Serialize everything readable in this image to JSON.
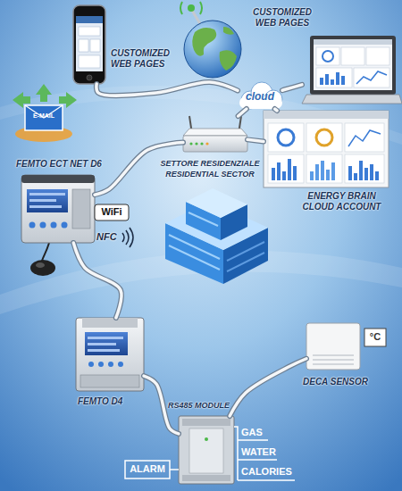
{
  "diagram": {
    "nodes": [
      {
        "text": [
          "CUSTOMIZED WEB PAGES"
        ]
      },
      {
        "text": [
          "CUSTOMIZED WEB PAGES"
        ]
      },
      {
        "text": [
          "E-MAIL"
        ]
      },
      {
        "text": [
          "cloud"
        ]
      },
      {
        "text": [
          "SETTORE RESIDENZIALE",
          "RESIDENTIAL SECTOR"
        ]
      },
      {
        "text": [
          "ENERGY BRAIN CLOUD ACCOUNT"
        ]
      },
      {
        "text": [
          "FEMTO ECT NET D6"
        ]
      },
      {
        "text": [
          "FEMTO D4"
        ]
      },
      {
        "text": [
          "DECA SENSOR"
        ]
      },
      {
        "text": [
          "RS485 MODULE"
        ]
      }
    ],
    "edges": [
      {
        "from": 0,
        "to": 3,
        "arrow": "none"
      },
      {
        "from": 1,
        "to": 3,
        "arrow": "none"
      },
      {
        "from": 3,
        "to": 4,
        "arrow": "none"
      },
      {
        "from": 3,
        "to": 5,
        "arrow": "none"
      },
      {
        "from": 4,
        "to": 5,
        "arrow": "none"
      },
      {
        "from": 4,
        "to": 6,
        "arrow": "none"
      },
      {
        "from": 6,
        "to": 7,
        "arrow": "none"
      },
      {
        "from": 7,
        "to": 9,
        "arrow": "none"
      },
      {
        "from": 9,
        "to": 8,
        "arrow": "none"
      }
    ],
    "labels": [
      "WiFi",
      "NFC",
      "°C",
      "GAS",
      "WATER",
      "ALARM",
      "CALORIES"
    ]
  }
}
